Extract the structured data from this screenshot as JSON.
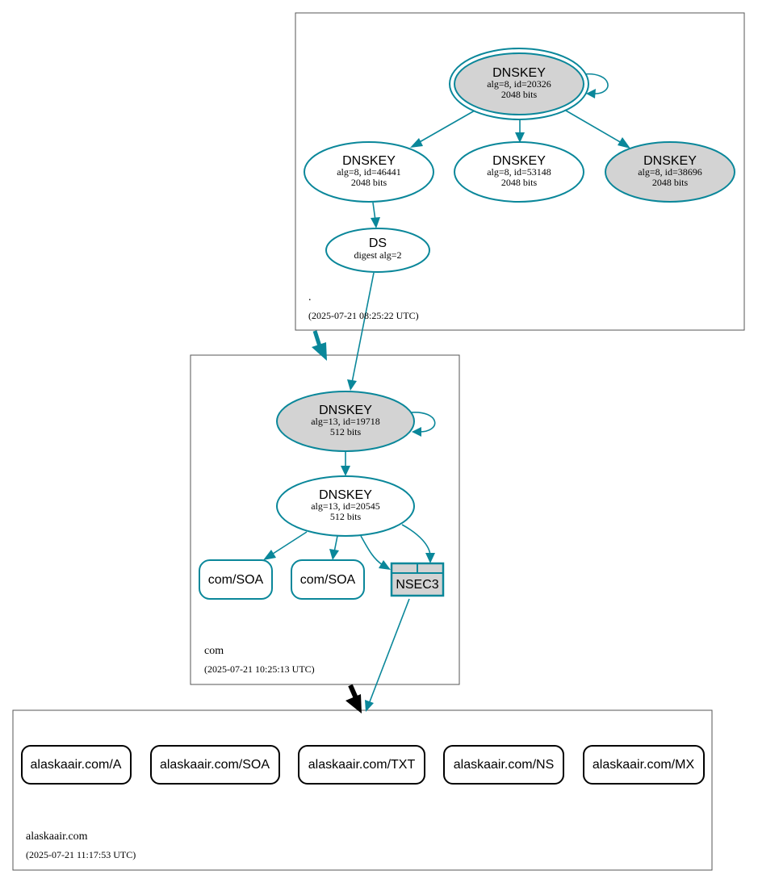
{
  "zones": {
    "root": {
      "name": ".",
      "timestamp": "(2025-07-21 08:25:22 UTC)",
      "ksk": {
        "title": "DNSKEY",
        "line1": "alg=8, id=20326",
        "line2": "2048 bits"
      },
      "zsk1": {
        "title": "DNSKEY",
        "line1": "alg=8, id=46441",
        "line2": "2048 bits"
      },
      "zsk2": {
        "title": "DNSKEY",
        "line1": "alg=8, id=53148",
        "line2": "2048 bits"
      },
      "zsk3": {
        "title": "DNSKEY",
        "line1": "alg=8, id=38696",
        "line2": "2048 bits"
      },
      "ds": {
        "title": "DS",
        "line1": "digest alg=2"
      }
    },
    "com": {
      "name": "com",
      "timestamp": "(2025-07-21 10:25:13 UTC)",
      "ksk": {
        "title": "DNSKEY",
        "line1": "alg=13, id=19718",
        "line2": "512 bits"
      },
      "zsk": {
        "title": "DNSKEY",
        "line1": "alg=13, id=20545",
        "line2": "512 bits"
      },
      "soa1": "com/SOA",
      "soa2": "com/SOA",
      "nsec3": "NSEC3"
    },
    "alaskaair": {
      "name": "alaskaair.com",
      "timestamp": "(2025-07-21 11:17:53 UTC)",
      "records": [
        "alaskaair.com/A",
        "alaskaair.com/SOA",
        "alaskaair.com/TXT",
        "alaskaair.com/NS",
        "alaskaair.com/MX"
      ]
    }
  },
  "colors": {
    "edge": "#0a879a",
    "gray_fill": "#d3d3d3",
    "delegation_insecure": "#000000"
  }
}
